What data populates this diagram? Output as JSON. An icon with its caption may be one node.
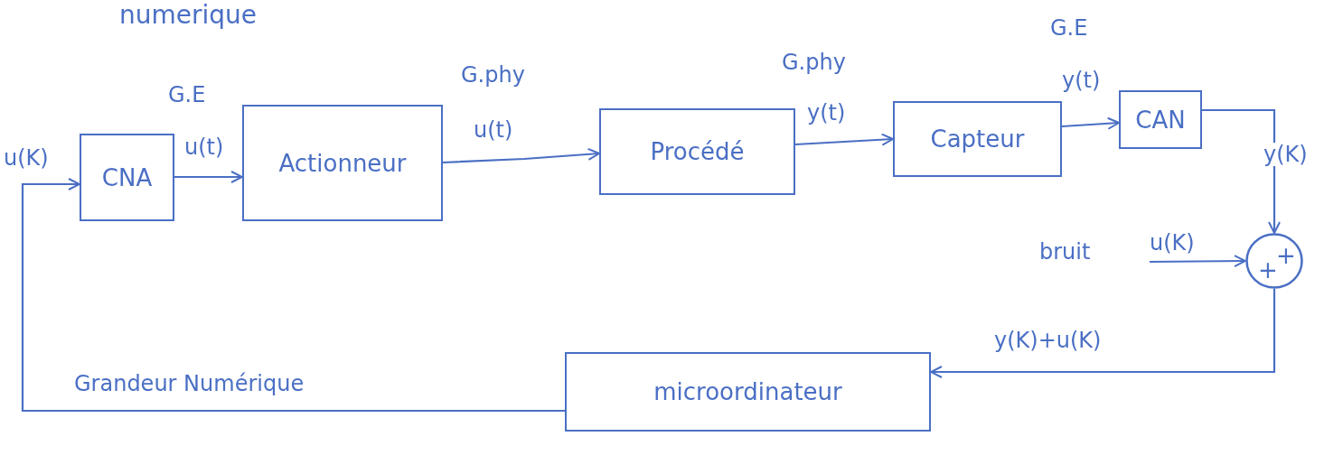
{
  "diagram": {
    "nodes": [
      {
        "text": [
          "CNA"
        ]
      },
      {
        "text": [
          "Actionneur"
        ]
      },
      {
        "text": [
          "Procédé"
        ]
      },
      {
        "text": [
          "Capteur"
        ]
      },
      {
        "text": [
          "CAN"
        ]
      },
      {
        "text": [
          "+",
          "+"
        ]
      },
      {
        "text": [
          "microordinateur"
        ]
      }
    ],
    "edges": [
      {
        "from": 0,
        "to": 1,
        "arrow": "to",
        "label": "u(t)"
      },
      {
        "from": 1,
        "to": 2,
        "arrow": "to",
        "label": "u(t)"
      },
      {
        "from": 2,
        "to": 3,
        "arrow": "to",
        "label": "y(t)"
      },
      {
        "from": 3,
        "to": 4,
        "arrow": "to",
        "label": "y(t)"
      },
      {
        "from": 4,
        "to": 5,
        "arrow": "to",
        "label": "y(K)"
      },
      {
        "from": null,
        "to": 5,
        "arrow": "to",
        "label": "u(K)"
      },
      {
        "from": 5,
        "to": 6,
        "arrow": "to",
        "label": "y(K)+u(K)"
      },
      {
        "from": 6,
        "to": 0,
        "arrow": "to",
        "label": "u(K)"
      }
    ],
    "labels": [
      "numerique",
      "G.E",
      "G.phy",
      "G.phy",
      "G.E",
      "bruit",
      "Grandeur Numérique"
    ]
  }
}
